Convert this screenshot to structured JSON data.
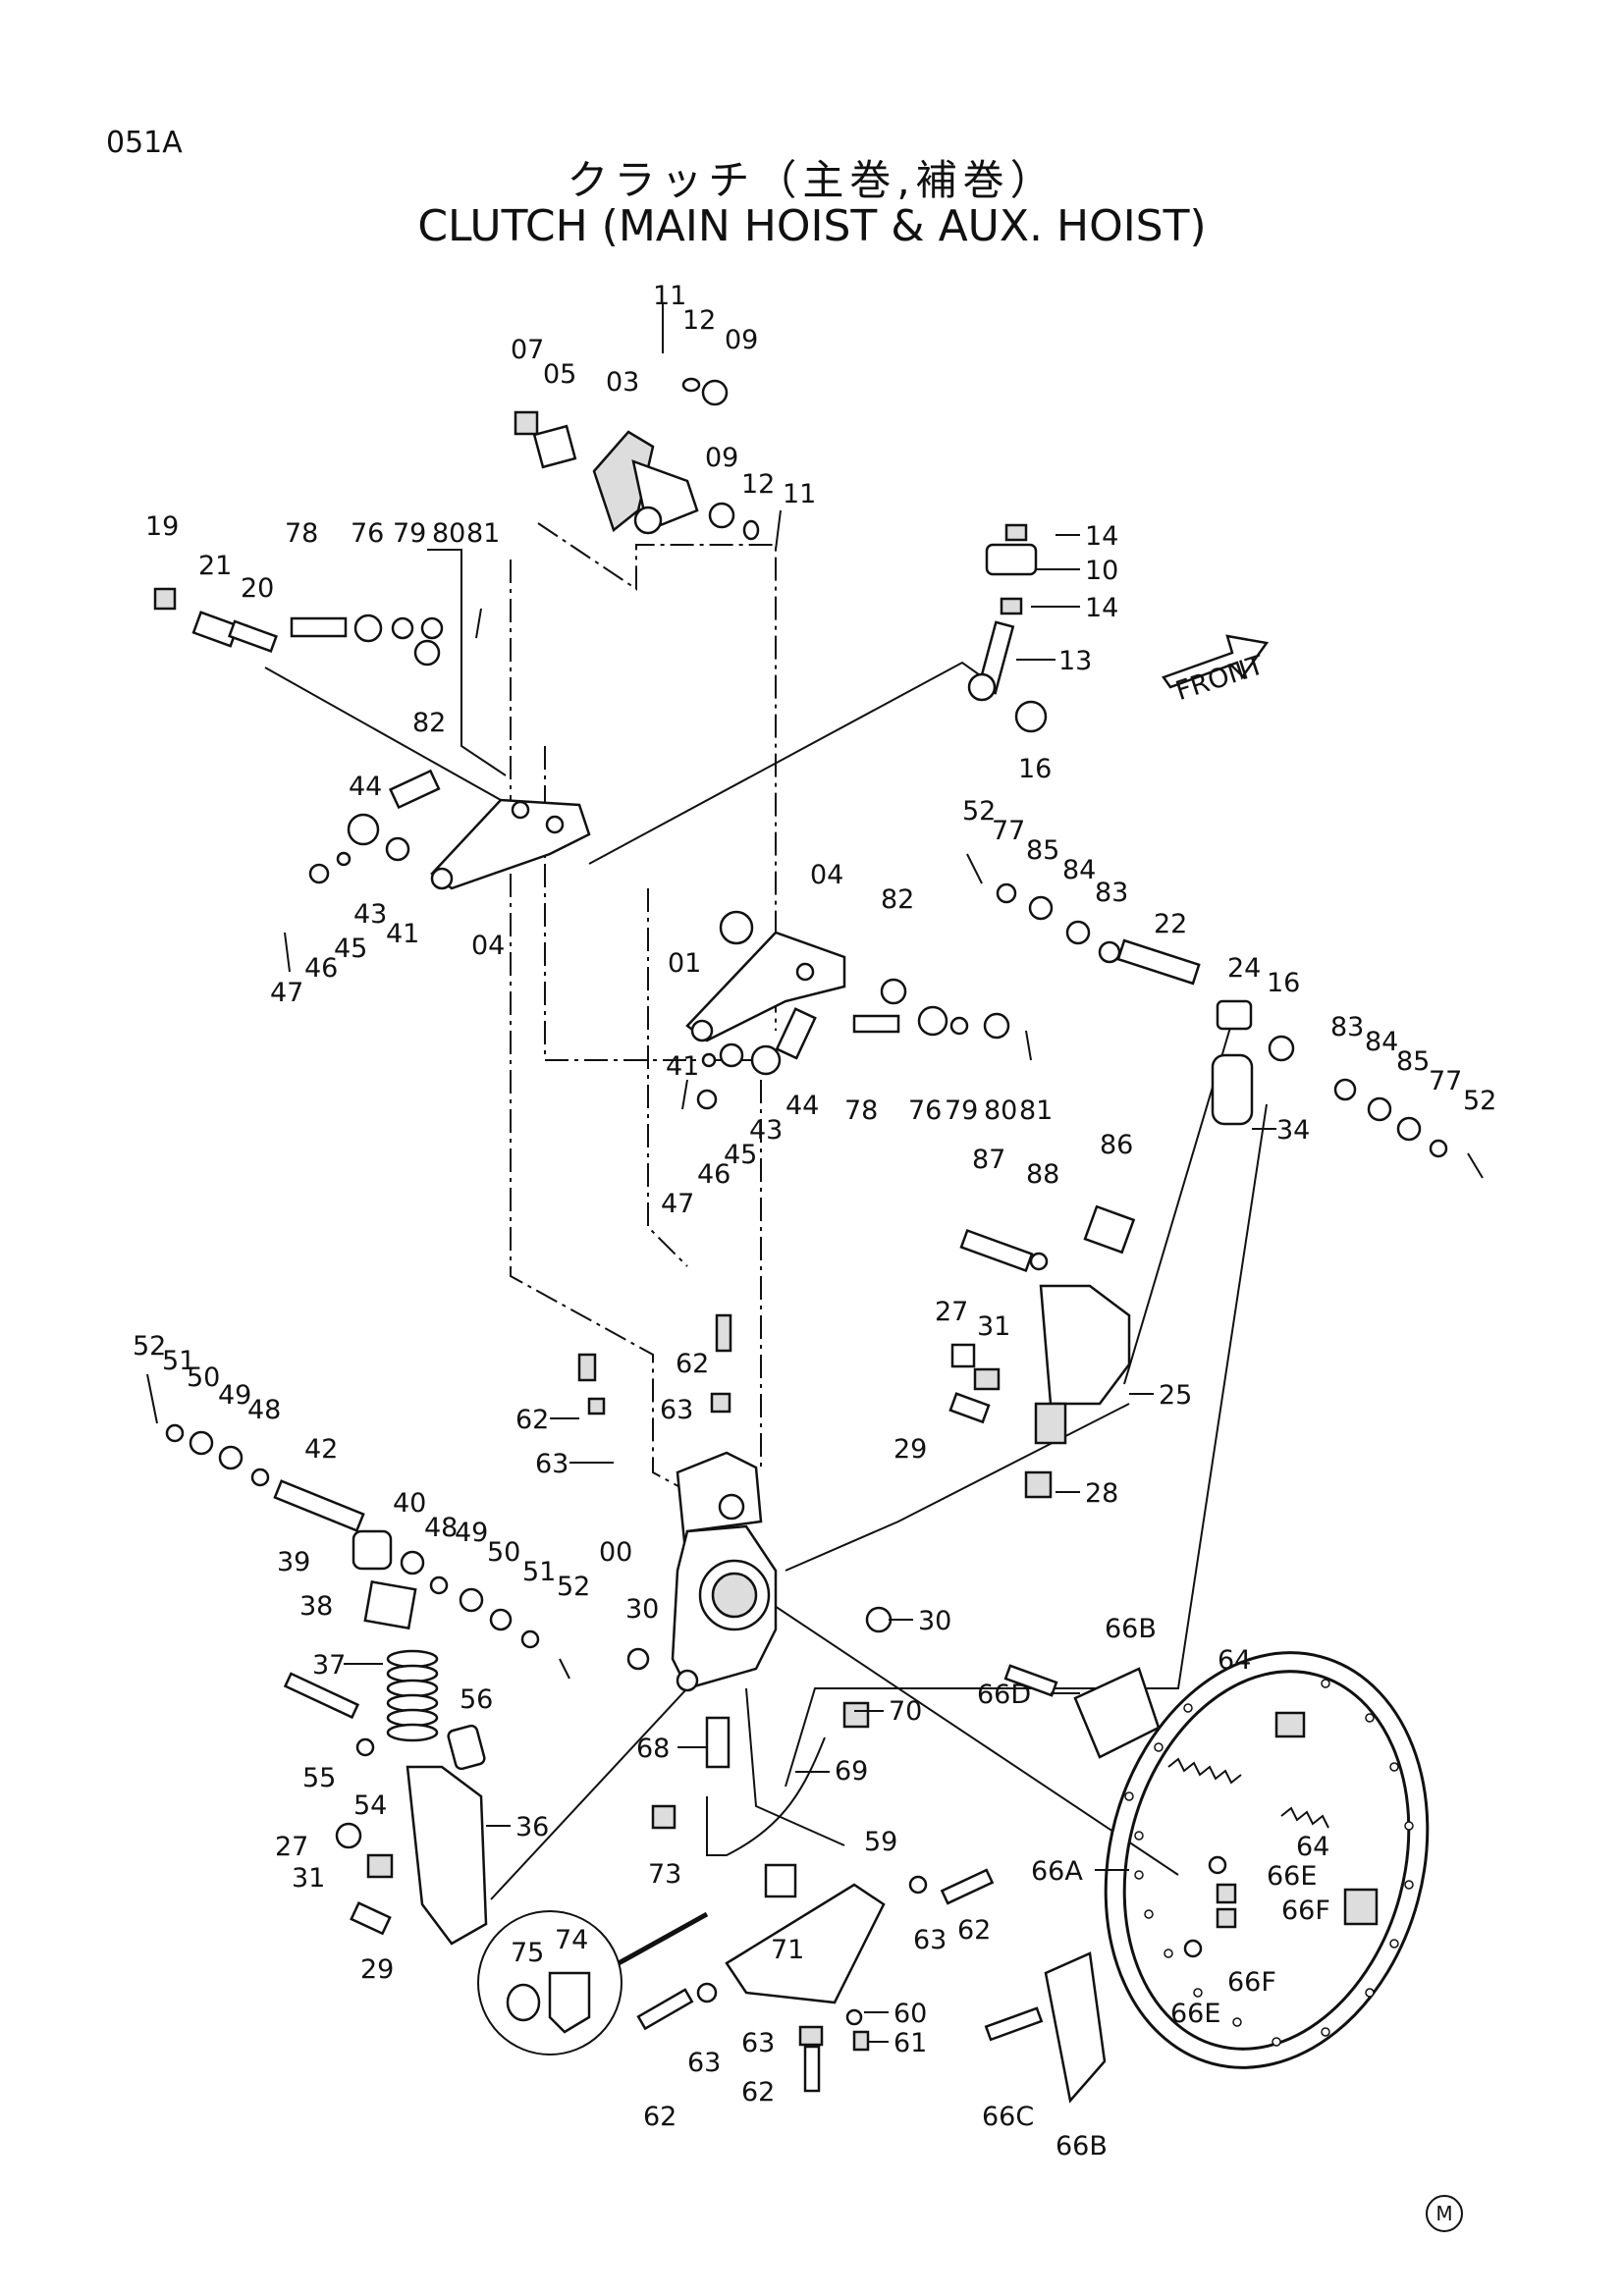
{
  "page_code": "051A",
  "title_jp": "クラッチ（主巻,補巻）",
  "title_en": "CLUTCH (MAIN HOIST & AUX. HOIST)",
  "front_label": "FRONT",
  "footer_mark": "M",
  "callouts": [
    {
      "id": "c-11a",
      "text": "11"
    },
    {
      "id": "c-12a",
      "text": "12"
    },
    {
      "id": "c-09a",
      "text": "09"
    },
    {
      "id": "c-07",
      "text": "07"
    },
    {
      "id": "c-05",
      "text": "05"
    },
    {
      "id": "c-03",
      "text": "03"
    },
    {
      "id": "c-09b",
      "text": "09"
    },
    {
      "id": "c-12b",
      "text": "12"
    },
    {
      "id": "c-11b",
      "text": "11"
    },
    {
      "id": "c-19",
      "text": "19"
    },
    {
      "id": "c-21",
      "text": "21"
    },
    {
      "id": "c-20",
      "text": "20"
    },
    {
      "id": "c-78a",
      "text": "78"
    },
    {
      "id": "c-76a",
      "text": "76"
    },
    {
      "id": "c-79a",
      "text": "79"
    },
    {
      "id": "c-80a",
      "text": "80"
    },
    {
      "id": "c-81a",
      "text": "81"
    },
    {
      "id": "c-82a",
      "text": "82"
    },
    {
      "id": "c-14a",
      "text": "14"
    },
    {
      "id": "c-10",
      "text": "10"
    },
    {
      "id": "c-14b",
      "text": "14"
    },
    {
      "id": "c-13",
      "text": "13"
    },
    {
      "id": "c-16a",
      "text": "16"
    },
    {
      "id": "c-44a",
      "text": "44"
    },
    {
      "id": "c-43a",
      "text": "43"
    },
    {
      "id": "c-41a",
      "text": "41"
    },
    {
      "id": "c-45a",
      "text": "45"
    },
    {
      "id": "c-46a",
      "text": "46"
    },
    {
      "id": "c-47a",
      "text": "47"
    },
    {
      "id": "c-04a",
      "text": "04"
    },
    {
      "id": "c-52a",
      "text": "52"
    },
    {
      "id": "c-77a",
      "text": "77"
    },
    {
      "id": "c-85a",
      "text": "85"
    },
    {
      "id": "c-84a",
      "text": "84"
    },
    {
      "id": "c-83a",
      "text": "83"
    },
    {
      "id": "c-22",
      "text": "22"
    },
    {
      "id": "c-24",
      "text": "24"
    },
    {
      "id": "c-16b",
      "text": "16"
    },
    {
      "id": "c-04b",
      "text": "04"
    },
    {
      "id": "c-82b",
      "text": "82"
    },
    {
      "id": "c-01",
      "text": "01"
    },
    {
      "id": "c-41b",
      "text": "41"
    },
    {
      "id": "c-44b",
      "text": "44"
    },
    {
      "id": "c-43b",
      "text": "43"
    },
    {
      "id": "c-78b",
      "text": "78"
    },
    {
      "id": "c-76b",
      "text": "76"
    },
    {
      "id": "c-79b",
      "text": "79"
    },
    {
      "id": "c-80b",
      "text": "80"
    },
    {
      "id": "c-81b",
      "text": "81"
    },
    {
      "id": "c-45b",
      "text": "45"
    },
    {
      "id": "c-46b",
      "text": "46"
    },
    {
      "id": "c-47b",
      "text": "47"
    },
    {
      "id": "c-83b",
      "text": "83"
    },
    {
      "id": "c-84b",
      "text": "84"
    },
    {
      "id": "c-85b",
      "text": "85"
    },
    {
      "id": "c-77b",
      "text": "77"
    },
    {
      "id": "c-52b",
      "text": "52"
    },
    {
      "id": "c-34",
      "text": "34"
    },
    {
      "id": "c-87",
      "text": "87"
    },
    {
      "id": "c-88",
      "text": "88"
    },
    {
      "id": "c-86",
      "text": "86"
    },
    {
      "id": "c-27a",
      "text": "27"
    },
    {
      "id": "c-31a",
      "text": "31"
    },
    {
      "id": "c-25",
      "text": "25"
    },
    {
      "id": "c-29a",
      "text": "29"
    },
    {
      "id": "c-28",
      "text": "28"
    },
    {
      "id": "c-62a",
      "text": "62"
    },
    {
      "id": "c-63a",
      "text": "63"
    },
    {
      "id": "c-62b",
      "text": "62"
    },
    {
      "id": "c-63b",
      "text": "63"
    },
    {
      "id": "c-52c",
      "text": "52"
    },
    {
      "id": "c-51a",
      "text": "51"
    },
    {
      "id": "c-50a",
      "text": "50"
    },
    {
      "id": "c-49a",
      "text": "49"
    },
    {
      "id": "c-48a",
      "text": "48"
    },
    {
      "id": "c-42",
      "text": "42"
    },
    {
      "id": "c-40",
      "text": "40"
    },
    {
      "id": "c-48b",
      "text": "48"
    },
    {
      "id": "c-49b",
      "text": "49"
    },
    {
      "id": "c-50b",
      "text": "50"
    },
    {
      "id": "c-51b",
      "text": "51"
    },
    {
      "id": "c-52d",
      "text": "52"
    },
    {
      "id": "c-39",
      "text": "39"
    },
    {
      "id": "c-00",
      "text": "00"
    },
    {
      "id": "c-38",
      "text": "38"
    },
    {
      "id": "c-30a",
      "text": "30"
    },
    {
      "id": "c-30b",
      "text": "30"
    },
    {
      "id": "c-37",
      "text": "37"
    },
    {
      "id": "c-56",
      "text": "56"
    },
    {
      "id": "c-55",
      "text": "55"
    },
    {
      "id": "c-54",
      "text": "54"
    },
    {
      "id": "c-68",
      "text": "68"
    },
    {
      "id": "c-70",
      "text": "70"
    },
    {
      "id": "c-69",
      "text": "69"
    },
    {
      "id": "c-36",
      "text": "36"
    },
    {
      "id": "c-27b",
      "text": "27"
    },
    {
      "id": "c-31b",
      "text": "31"
    },
    {
      "id": "c-29b",
      "text": "29"
    },
    {
      "id": "c-73",
      "text": "73"
    },
    {
      "id": "c-59",
      "text": "59"
    },
    {
      "id": "c-71",
      "text": "71"
    },
    {
      "id": "c-63c",
      "text": "63"
    },
    {
      "id": "c-62c",
      "text": "62"
    },
    {
      "id": "c-75",
      "text": "75"
    },
    {
      "id": "c-74",
      "text": "74"
    },
    {
      "id": "c-60",
      "text": "60"
    },
    {
      "id": "c-61",
      "text": "61"
    },
    {
      "id": "c-63d",
      "text": "63"
    },
    {
      "id": "c-62d",
      "text": "62"
    },
    {
      "id": "c-63e",
      "text": "63"
    },
    {
      "id": "c-62e",
      "text": "62"
    },
    {
      "id": "c-66B-a",
      "text": "66B"
    },
    {
      "id": "c-64a",
      "text": "64"
    },
    {
      "id": "c-66D",
      "text": "66D"
    },
    {
      "id": "c-64b",
      "text": "64"
    },
    {
      "id": "c-66A",
      "text": "66A"
    },
    {
      "id": "c-66E-a",
      "text": "66E"
    },
    {
      "id": "c-66F-a",
      "text": "66F"
    },
    {
      "id": "c-66F-b",
      "text": "66F"
    },
    {
      "id": "c-66E-b",
      "text": "66E"
    },
    {
      "id": "c-66C",
      "text": "66C"
    },
    {
      "id": "c-66B-b",
      "text": "66B"
    }
  ]
}
